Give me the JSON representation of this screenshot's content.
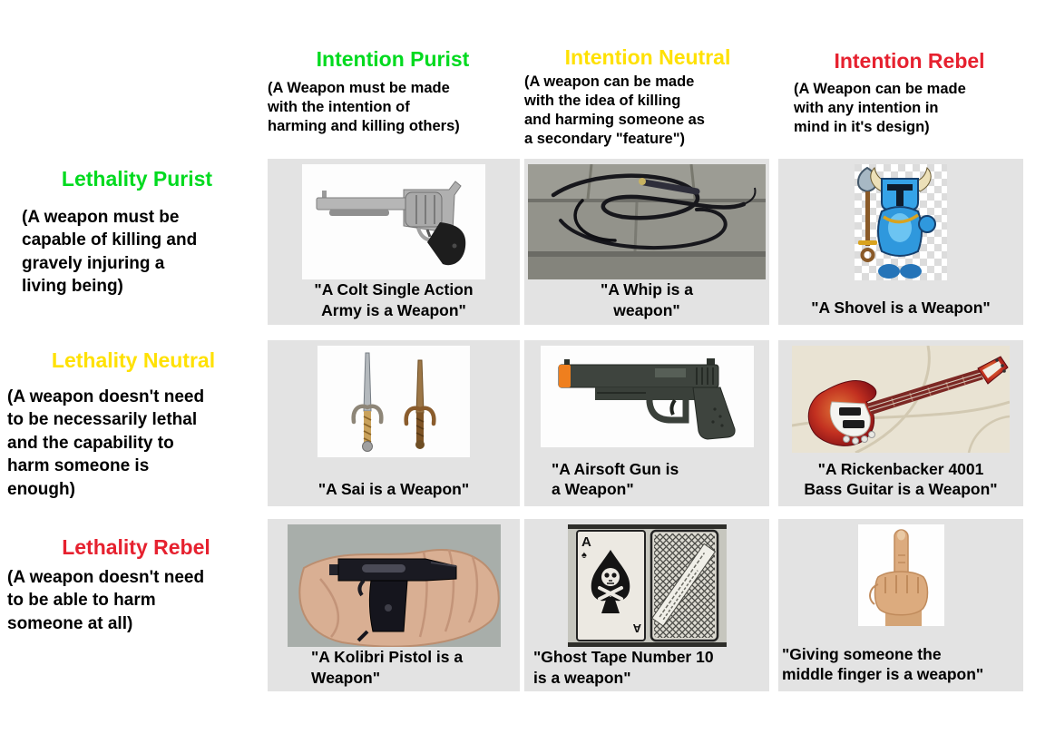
{
  "colors": {
    "purist": "#00da1f",
    "neutral": "#ffe103",
    "rebel": "#e6212f",
    "cell_background": "#e3e3e3",
    "text": "#000000"
  },
  "columns": [
    {
      "id": "intention-purist",
      "label": "Intention Purist",
      "subtitle": "(A Weapon must be made\nwith the intention of\nharming and killing others)",
      "color": "#00da1f"
    },
    {
      "id": "intention-neutral",
      "label": "Intention Neutral",
      "subtitle": "(A weapon can be made\nwith the idea of killing\nand harming someone as\na secondary \"feature\")",
      "color": "#ffe103"
    },
    {
      "id": "intention-rebel",
      "label": "Intention Rebel",
      "subtitle": "(A Weapon can be made\nwith any intention in\nmind in it's design)",
      "color": "#e6212f"
    }
  ],
  "rows": [
    {
      "id": "lethality-purist",
      "label": "Lethality Purist",
      "subtitle": "(A weapon must be\ncapable of killing and\ngravely injuring a\nliving being)",
      "color": "#00da1f"
    },
    {
      "id": "lethality-neutral",
      "label": "Lethality Neutral",
      "subtitle": "(A weapon doesn't need\nto be necessarily lethal\nand the capability to\nharm someone is\nenough)",
      "color": "#ffe103"
    },
    {
      "id": "lethality-rebel",
      "label": "Lethality Rebel",
      "subtitle": "(A weapon doesn't need\nto be able to harm\nsomeone at all)",
      "color": "#e6212f"
    }
  ],
  "cells": [
    {
      "caption": "\"A Colt Single Action\nArmy is a Weapon\"",
      "image": "colt-single-action-army"
    },
    {
      "caption": "\"A Whip is a\nweapon\"",
      "image": "whip"
    },
    {
      "caption": "\"A Shovel is a Weapon\"",
      "image": "shovel-knight"
    },
    {
      "caption": "\"A Sai is a Weapon\"",
      "image": "sai-pair"
    },
    {
      "caption": "\"A Airsoft Gun is\na Weapon\"",
      "image": "airsoft-pistol"
    },
    {
      "caption": "\"A Rickenbacker 4001\nBass Guitar is a Weapon\"",
      "image": "rickenbacker-bass"
    },
    {
      "caption": "\"A Kolibri Pistol is a\nWeapon\"",
      "image": "kolibri-pistol-in-hand"
    },
    {
      "caption": "\"Ghost Tape Number 10\nis a weapon\"",
      "image": "ace-of-spades-cards",
      "card_letter": "A",
      "card_suit": "♠"
    },
    {
      "caption": "\"Giving someone the\nmiddle finger is a weapon\"",
      "image": "middle-finger-hand"
    }
  ]
}
